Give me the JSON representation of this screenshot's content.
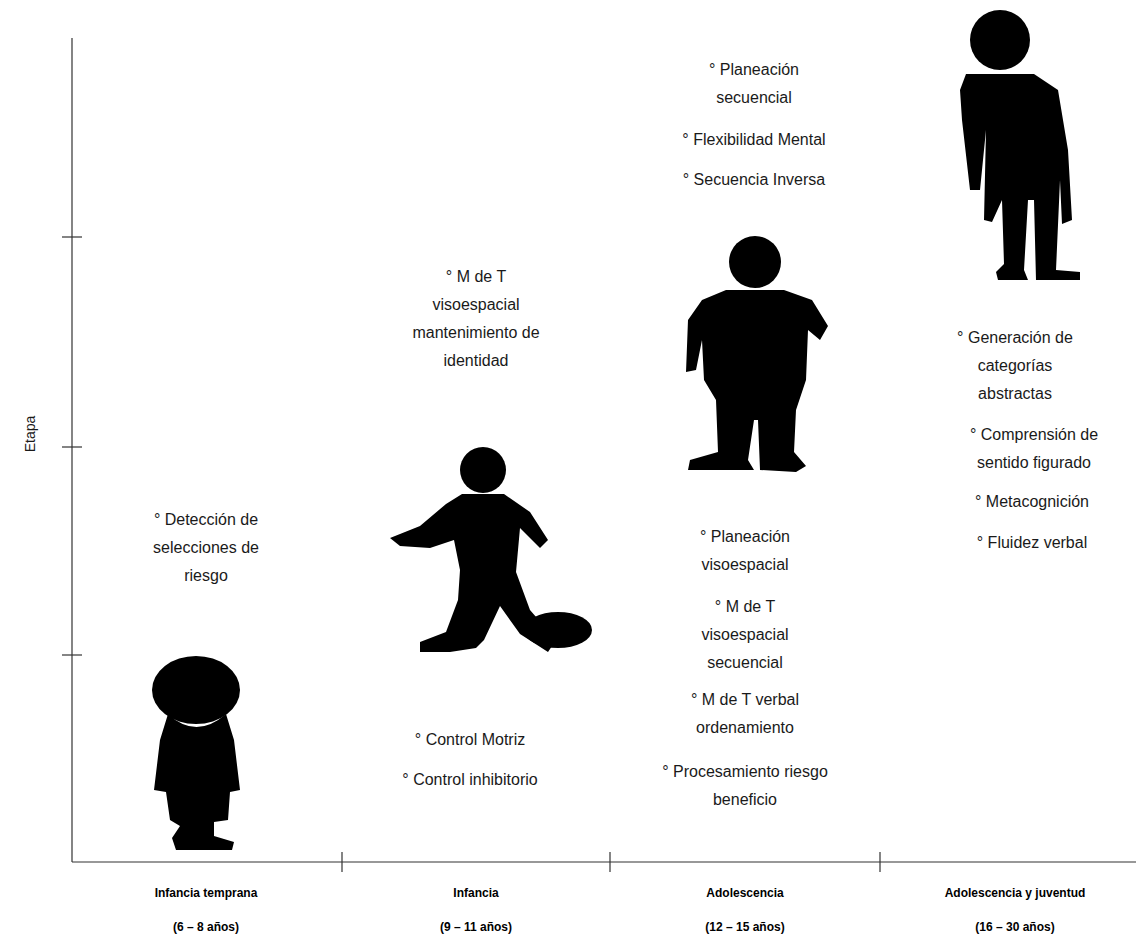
{
  "diagram": {
    "labels": [
      "Etapa",
      "° Detección de selecciones de riesgo",
      "° M de T visoespacial mantenimiento de identidad",
      "° Control Motriz",
      "° Control inhibitorio",
      "° Planeación secuencial",
      "° Flexibilidad Mental",
      "° Secuencia Inversa",
      "° Planeación visoespacial",
      "° M de T visoespacial secuencial",
      "° M de T verbal ordenamiento",
      "° Procesamiento riesgo beneficio",
      "° Generación de categorías abstractas",
      "° Comprensión de sentido figurado",
      "° Metacognición",
      "° Fluidez verbal",
      "Infancia temprana",
      "(6 – 8 años)",
      "Infancia",
      "(9 – 11 años)",
      "Adolescencia",
      "(12 – 15 años)",
      "Adolescencia y juventud",
      "(16 – 30 años)"
    ]
  }
}
